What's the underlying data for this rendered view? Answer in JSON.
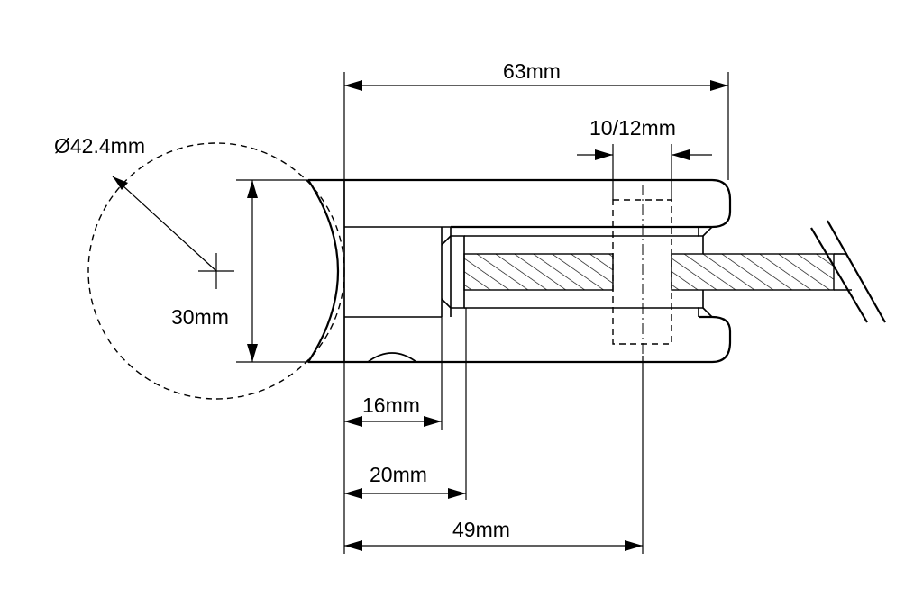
{
  "drawing": {
    "dimensions": {
      "diameter": "Ø42.4mm",
      "overall_length": "63mm",
      "bolt_hole": "10/12mm",
      "height": "30mm",
      "depth_16": "16mm",
      "depth_20": "20mm",
      "center_distance": "49mm"
    },
    "colors": {
      "line": "#000000",
      "background": "#ffffff"
    }
  }
}
